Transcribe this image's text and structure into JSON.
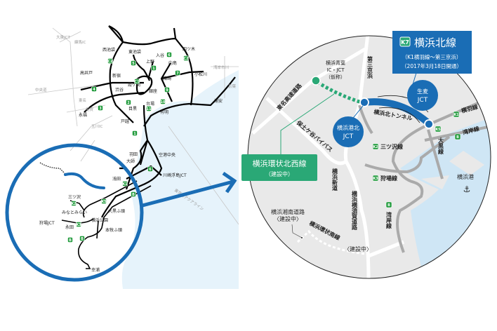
{
  "colors": {
    "brand_blue": "#1a6db5",
    "construction_green": "#2aa876",
    "sea": "#e3f1fa",
    "sea_detail": "#cfe6f5",
    "land": "#e9e9e9",
    "road": "#000000",
    "route_badge": "#1f9a3a"
  },
  "overview_map": {
    "labels_gray": [
      "大泉JCT",
      "練馬IC",
      "中央道",
      "東名",
      "用賀",
      "玉川IC",
      "京葉",
      "湾岸市川",
      "東京湾アクアライン"
    ],
    "labels": [
      "西池袋",
      "東池袋",
      "入谷",
      "四ツ木",
      "上野",
      "向島",
      "新宿",
      "高井戸",
      "霞ケ関",
      "渋谷",
      "箱崎",
      "銀座",
      "小松川",
      "目黒",
      "台場",
      "有明",
      "浦安",
      "戸越",
      "永福",
      "羽田",
      "空港中央",
      "大師",
      "川崎浮島JCT",
      "浅田",
      "三ツ沢",
      "みなとみらい",
      "横浜公園",
      "大黒ふ頭",
      "狩場JCT",
      "永田",
      "本牧ふ頭",
      "幸浦"
    ],
    "route_badges": [
      "C2",
      "5",
      "1",
      "6",
      "C2",
      "7",
      "4",
      "C1",
      "9",
      "3",
      "2",
      "10",
      "11",
      "1",
      "6",
      "K1",
      "B",
      "K2",
      "K5",
      "K3",
      "B",
      "B"
    ]
  },
  "detail_map": {
    "title_box": {
      "icon": "K7",
      "title": "横浜北線",
      "subtitle": "（K1横羽線～第三京浜）",
      "opening": "（2017年3月18日開通）"
    },
    "construction_box": {
      "title": "横浜環状北西線",
      "status": "（建設中）"
    },
    "junctions": [
      {
        "name": "横浜港北",
        "suffix": "JCT"
      },
      {
        "name": "生麦",
        "suffix": "JCT"
      }
    ],
    "aoba": {
      "line1": "横浜青葉",
      "line2": "IC・JCT",
      "line3": "（仮称）"
    },
    "roads": {
      "tomei": "東名高速道路",
      "daisan_keihin": "第三京浜",
      "tunnel": "横浜北トンネル",
      "yokohane": "横羽線",
      "yokohane_badge": "K1",
      "wangan": "湾岸線",
      "wangan_badge": "B",
      "daikoku": "大黒線",
      "daikoku_badge": "K5",
      "mitsuzawa": "三ツ沢線",
      "mitsuzawa_badge": "K2",
      "hodogaya": "保土ケ谷バイパス",
      "shindo": "横浜新道",
      "kariba": "狩場線",
      "kariba_badge": "K3",
      "yokosuka": "横浜横須賀道路",
      "wangan2": "湾岸線",
      "wangan2_badge": "B",
      "shonan": "横浜湘南道路",
      "shonan_status": "〈建設中〉",
      "minami": "横浜環状南線",
      "minami_status": "〈建設中〉"
    },
    "port": "横浜港",
    "port_icon": "anchor-icon"
  }
}
